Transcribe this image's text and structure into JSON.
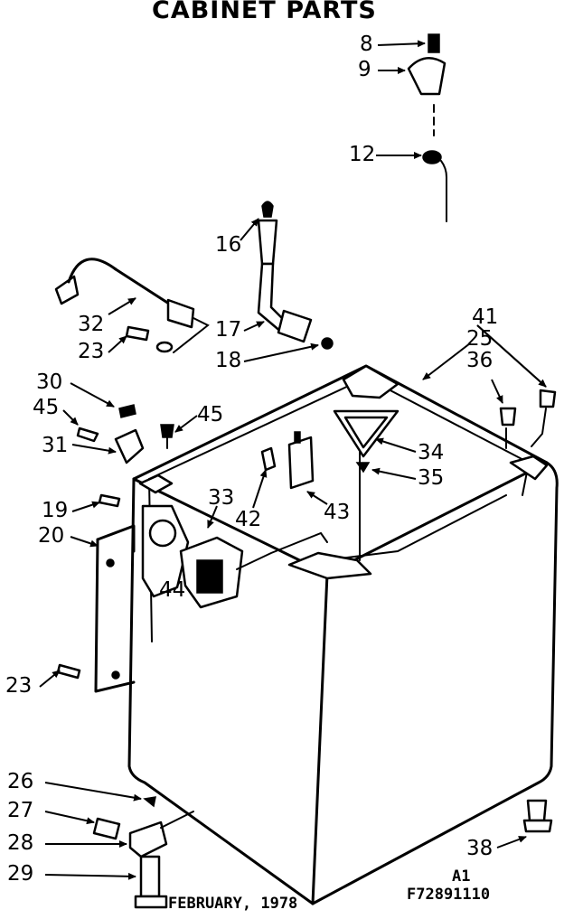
{
  "title": "CABINET PARTS",
  "callouts": {
    "c8": "8",
    "c9": "9",
    "c12": "12",
    "c16": "16",
    "c17": "17",
    "c18": "18",
    "c32": "32",
    "c23a": "23",
    "c41": "41",
    "c25": "25",
    "c36": "36",
    "c30": "30",
    "c45a": "45",
    "c45b": "45",
    "c31": "31",
    "c34": "34",
    "c35": "35",
    "c19": "19",
    "c20": "20",
    "c33": "33",
    "c42": "42",
    "c43": "43",
    "c44": "44",
    "c23b": "23",
    "c26": "26",
    "c27": "27",
    "c28": "28",
    "c29": "29",
    "c38": "38"
  },
  "footer": {
    "date": "FEBRUARY, 1978",
    "sheet": "A1",
    "code": "F72891110"
  }
}
